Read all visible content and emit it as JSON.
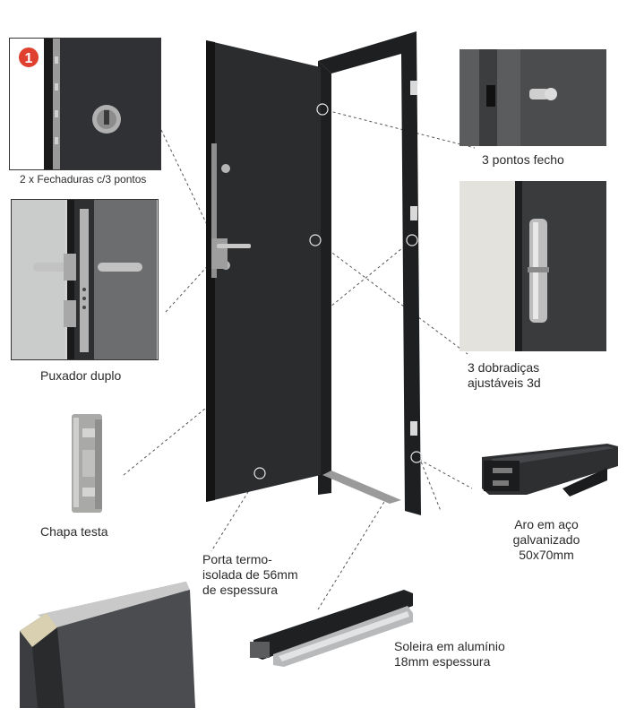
{
  "badge_number": "1",
  "labels": {
    "locks": "2 x Fechaduras c/3 pontos",
    "handle": "Puxador duplo",
    "strike": "Chapa testa",
    "closing_points": "3 pontos fecho",
    "hinges_line1": "3 dobradiças",
    "hinges_line2": "ajustáveis 3d",
    "frame_line1": "Aro em aço",
    "frame_line2": "galvanizado",
    "frame_line3": "50x70mm",
    "door_line1": "Porta termo-",
    "door_line2": "isolada de 56mm",
    "door_line3": "de espessura",
    "threshold_line1": "Soleira em alumínio",
    "threshold_line2": "18mm espessura"
  },
  "colors": {
    "door": "#2b2c2e",
    "frame": "#1e1f21",
    "badge": "#e0402f",
    "connector": "#555555"
  }
}
